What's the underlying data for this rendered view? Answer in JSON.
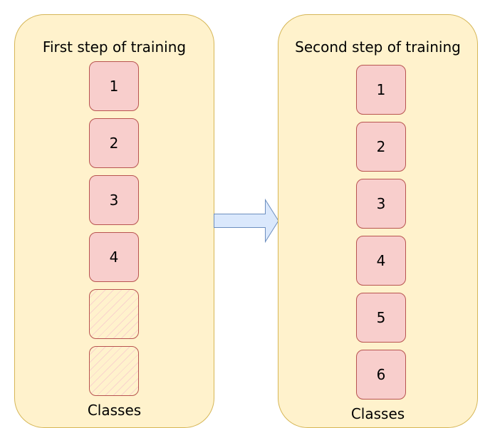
{
  "left_panel": {
    "title": "First step of training",
    "classes": [
      "1",
      "2",
      "3",
      "4",
      "",
      ""
    ],
    "footer": "Classes"
  },
  "right_panel": {
    "title": "Second step of training",
    "classes": [
      "1",
      "2",
      "3",
      "4",
      "5",
      "6"
    ],
    "footer": "Classes"
  },
  "colors": {
    "panel_fill": "#fff2cc",
    "panel_stroke": "#d6b656",
    "box_fill": "#f8cecc",
    "box_stroke": "#b85450",
    "arrow_fill": "#dae8fc",
    "arrow_stroke": "#6c8ebf"
  }
}
